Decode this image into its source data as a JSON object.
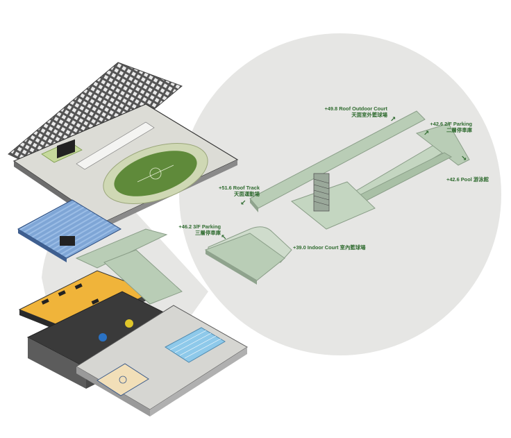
{
  "labels": {
    "roof_outdoor_court": {
      "en": "+49.8 Roof Outdoor Court",
      "zh": "天面室外籃球場"
    },
    "parking_2f": {
      "en": "+42.6 2/F Parking",
      "zh": "二層停車庫"
    },
    "pool": {
      "en": "+42.6 Pool 游泳館"
    },
    "roof_track": {
      "en": "+51.6 Roof Track",
      "zh": "天面運動場"
    },
    "parking_3f": {
      "en": "+46.2 3/F Parking",
      "zh": "三層停車庫"
    },
    "indoor_court": {
      "en": "+39.0 Indoor Court 室內籃球場"
    }
  },
  "icons": {
    "arrow_ne": "↗",
    "arrow_se": "↘",
    "arrow_nw": "↖",
    "arrow_sw": "↙"
  },
  "colors": {
    "label_green": "#2f6b2f",
    "circle_bg": "#e6e6e4",
    "ramp_green": "#b9cdb6",
    "field_green": "#5f8a3a",
    "parking_blue": "#7fa6d6",
    "parking_yellow": "#f0b43a",
    "pool_blue": "#8ec9ea"
  }
}
